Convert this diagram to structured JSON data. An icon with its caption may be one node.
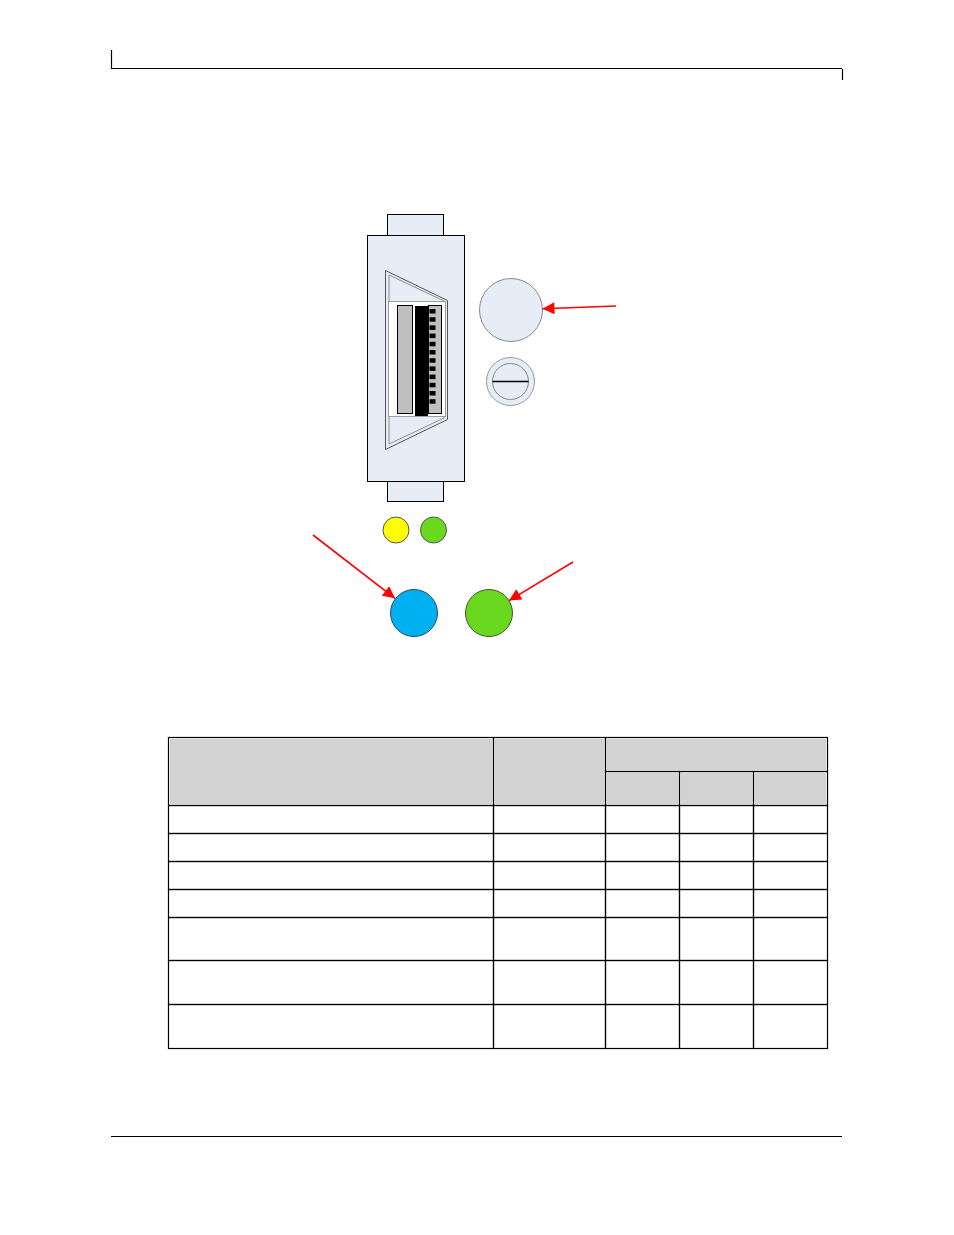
{
  "diagram": {
    "nodes": [
      {
        "text": [],
        "shape": "circle"
      },
      {
        "text": [],
        "shape": "circle"
      },
      {
        "text": [],
        "shape": "circle"
      }
    ],
    "edges": [
      {
        "from": null,
        "to": 0,
        "arrow": "to"
      },
      {
        "from": null,
        "to": 1,
        "arrow": "to"
      },
      {
        "from": null,
        "to": 2,
        "arrow": "to"
      }
    ]
  }
}
